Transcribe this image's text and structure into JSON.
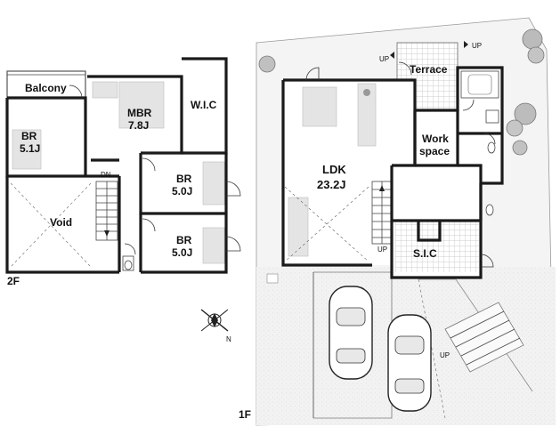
{
  "floors": {
    "second": "2F",
    "first": "1F"
  },
  "rooms_2f": {
    "balcony": "Balcony",
    "br1_name": "BR",
    "br1_size": "5.1J",
    "mbr_name": "MBR",
    "mbr_size": "7.8J",
    "wic": "W.I.C",
    "br2_name": "BR",
    "br2_size": "5.0J",
    "br3_name": "BR",
    "br3_size": "5.0J",
    "void": "Void",
    "stair_dn": "DN"
  },
  "rooms_1f": {
    "terrace": "Terrace",
    "ldk_name": "LDK",
    "ldk_size": "23.2J",
    "work_line1": "Work",
    "work_line2": "space",
    "sic": "S.I.C",
    "up_terrace_left": "UP",
    "up_terrace_right": "UP",
    "up_stair": "UP",
    "up_garden_stairs": "UP"
  },
  "compass": {
    "north": "N"
  },
  "colors": {
    "wall": "#1a1a1a",
    "site_ground": "#f4f4f4",
    "tile_hatch": "#bdbdbd"
  }
}
